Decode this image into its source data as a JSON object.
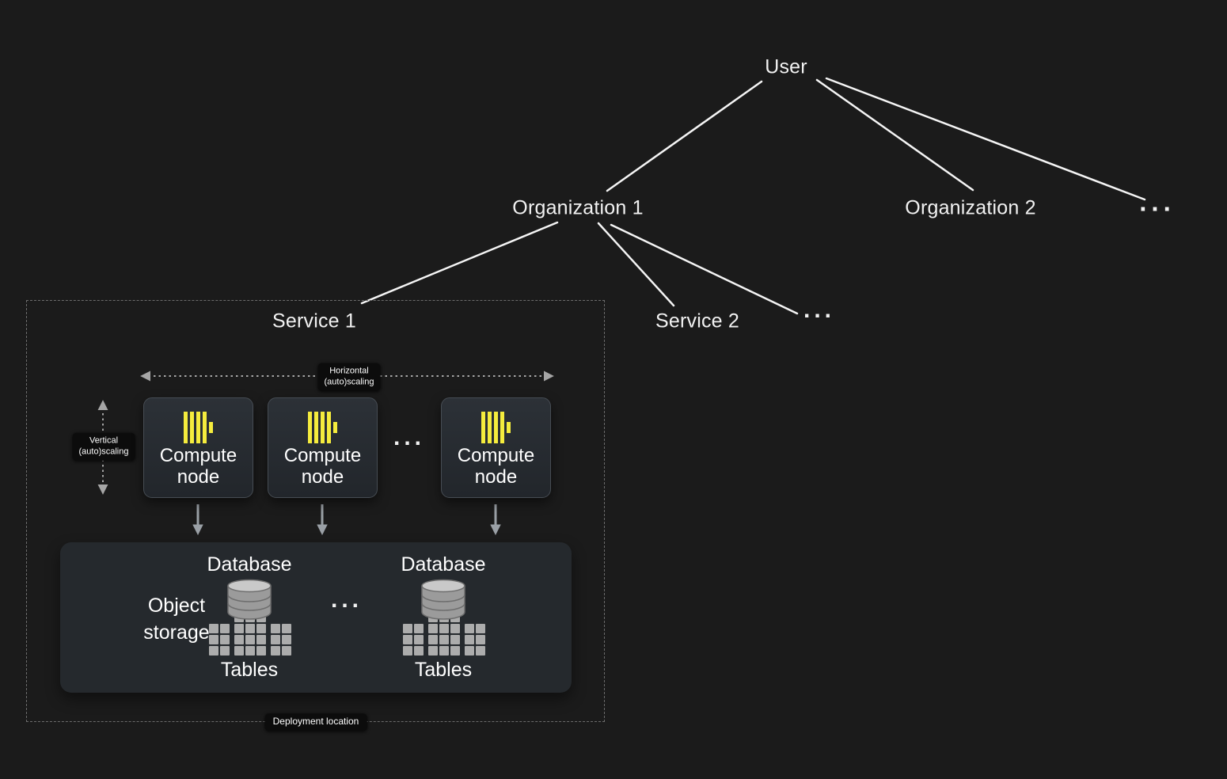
{
  "colors": {
    "background": "#1b1b1b",
    "text": "#f2f2f2",
    "accent_yellow": "#f5ec3d",
    "tree_line": "#f5f5f5",
    "scaling_arrow": "#a6a6a6"
  },
  "tree": {
    "user_label": "User",
    "organization1_label": "Organization 1",
    "organization2_label": "Organization 2",
    "organizations_ellipsis": "...",
    "service2_label": "Service 2",
    "services_ellipsis": "..."
  },
  "service_box": {
    "title": "Service 1",
    "horizontal_scaling": {
      "line1": "Horizontal",
      "line2": "(auto)scaling"
    },
    "vertical_scaling": {
      "line1": "Vertical",
      "line2": "(auto)scaling"
    },
    "compute_nodes": [
      {
        "label": "Compute node"
      },
      {
        "label": "Compute node"
      },
      {
        "label": "Compute node"
      }
    ],
    "compute_ellipsis": "...",
    "deployment_label": "Deployment location"
  },
  "storage": {
    "object_storage_label": "Object storage",
    "database_groups": [
      {
        "database_label": "Database",
        "tables_label": "Tables"
      },
      {
        "database_label": "Database",
        "tables_label": "Tables"
      }
    ],
    "databases_ellipsis": "..."
  }
}
